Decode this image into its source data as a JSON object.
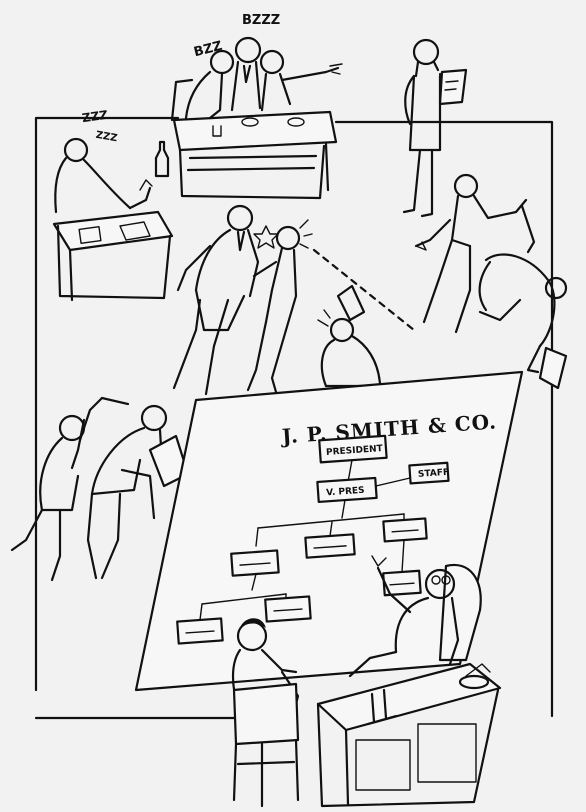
{
  "cartoon": {
    "snore_labels": [
      "BZZ",
      "BZZZ",
      "ZZZ",
      "ZZZ"
    ],
    "org_chart": {
      "company_name": "J. P. SMITH & CO.",
      "president_label": "PRESIDENT",
      "vice_president_label": "V. PRES",
      "staff_label": "STAFF"
    }
  }
}
